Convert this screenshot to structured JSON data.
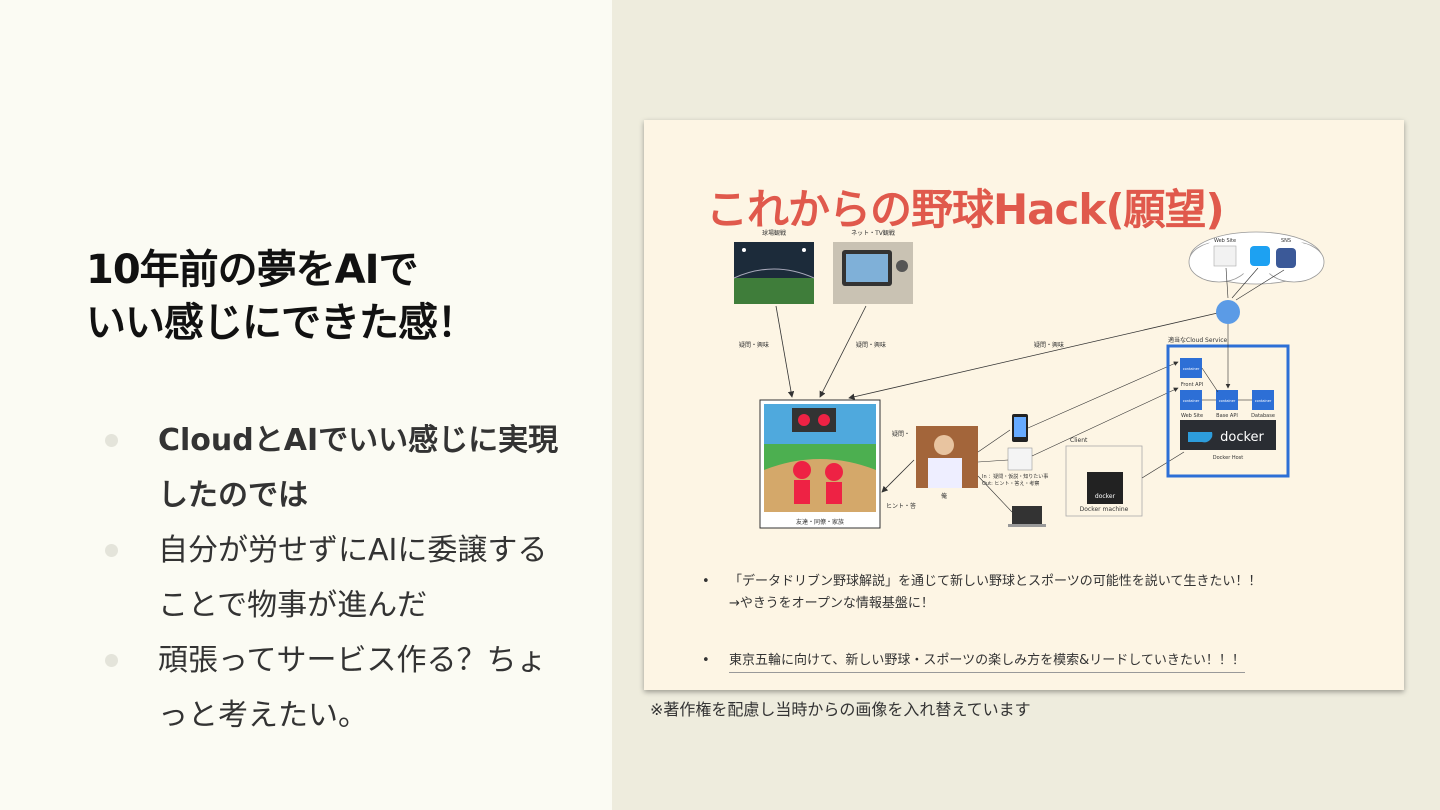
{
  "left": {
    "title_line1": "10年前の夢をAIで",
    "title_line2": "いい感じにできた感！",
    "bullets": [
      {
        "text": "CloudとAIでいい感じに実現したのでは",
        "bold": true
      },
      {
        "text": "自分が労せずにAIに委譲することで物事が進んだ",
        "bold": false
      },
      {
        "text": "頑張ってサービス作る？ちょっと考えたい。",
        "bold": false
      }
    ]
  },
  "slide": {
    "title": "これからの野球Hack(願望)",
    "stadium_label": "球場観戦",
    "tv_label": "ネット・TV観戦",
    "arrow_label_1": "疑問・興味",
    "arrow_label_2": "疑問・興味",
    "arrow_label_3": "疑問・興味",
    "arrow_label_4": "疑問・",
    "hint_label": "ヒント・答",
    "friends_label": "友達・同僚・家族",
    "me_label": "俺",
    "in_label": "In ：疑問・仮説・知りたい事",
    "out_label": "Out: ヒント・答え・考察",
    "client_label": "Client",
    "docker_machine_label": "Docker machine",
    "docker_word": "docker",
    "cloud_service_label": "適当なCloud Service",
    "front_api": "Front API",
    "web_site": "Web Site",
    "base_api": "Base API",
    "database": "Database",
    "container_word": "container",
    "docker_host": "Docker Host",
    "cloud_web_site": "Web Site",
    "cloud_sns": "SNS",
    "note1_line1": "「データドリブン野球解説」を通じて新しい野球とスポーツの可能性を説いて生きたい！！",
    "note1_line2": "→やきうをオープンな情報基盤に！",
    "note2": "東京五輪に向けて、新しい野球・スポーツの楽しみ方を模索&リードしていきたい！！！",
    "bullet_glyph": "•"
  },
  "caption": "※著作権を配慮し当時からの画像を入れ替えています",
  "colors": {
    "title_red": "#e0594c",
    "docker_blue": "#2d6fd6",
    "twitter": "#1da1f2",
    "facebook": "#3b5998"
  }
}
